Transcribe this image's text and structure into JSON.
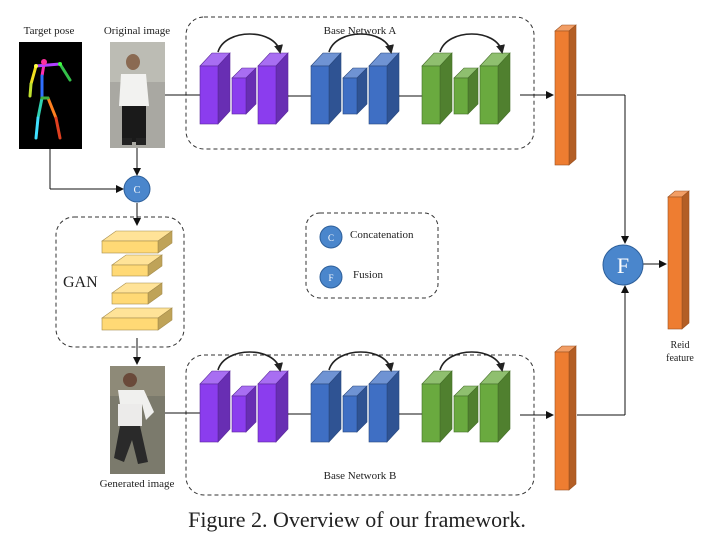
{
  "labels": {
    "target_pose": "Target pose",
    "original_image": "Original image",
    "base_network_a": "Base Network A",
    "base_network_b": "Base Network B",
    "gan": "GAN",
    "generated_image": "Generated image",
    "reid_feature_line1": "Reid",
    "reid_feature_line2": "feature",
    "caption": "Figure 2. Overview of our framework."
  },
  "legend": {
    "concat_symbol": "C",
    "concat_label": "Concatenation",
    "fusion_symbol": "F",
    "fusion_label": "Fusion"
  },
  "nodes": {
    "concat_symbol": "C",
    "fusion_symbol": "F"
  },
  "colors": {
    "purple": "#8b3dee",
    "blue": "#3f6fc4",
    "green": "#6aaa3f",
    "orange": "#ee7d31",
    "gan_yellow": "#ffd975",
    "circle_blue": "#4a86cc"
  }
}
